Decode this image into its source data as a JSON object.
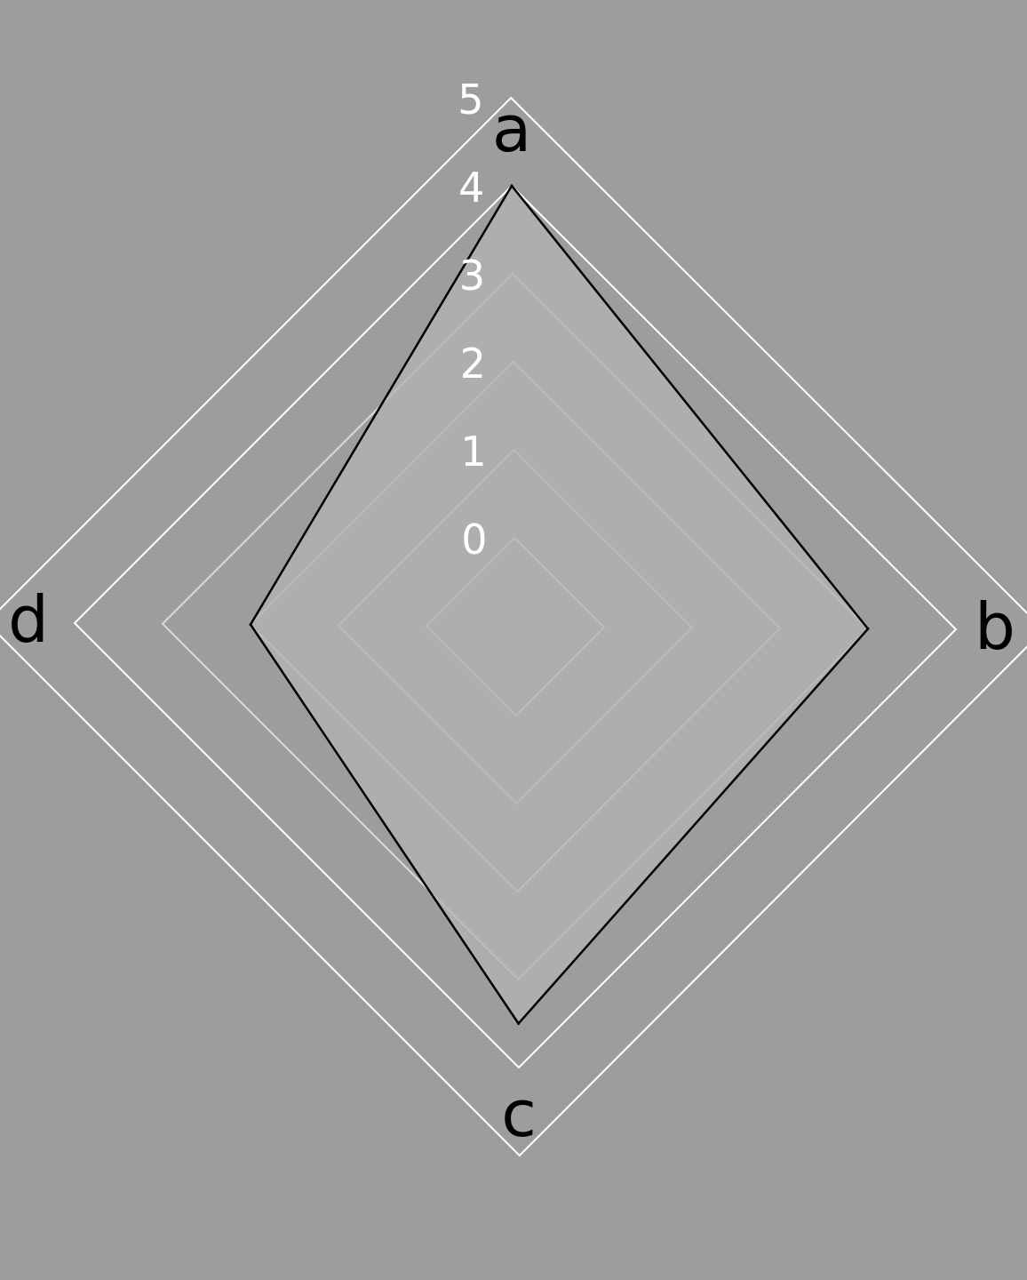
{
  "colors": {
    "background": "#9d9d9d",
    "grid_outer": "#ffffff",
    "grid_inner": "#d9d9d9",
    "fill": "#b3b3b3",
    "stroke": "#000000",
    "tick_label": "#ffffff",
    "axis_label": "#000000"
  },
  "chart_data": {
    "type": "radar",
    "title": "",
    "axes": [
      "a",
      "b",
      "c",
      "d"
    ],
    "ticks": [
      "0",
      "1",
      "2",
      "3",
      "4",
      "5"
    ],
    "range": [
      0,
      5
    ],
    "series": [
      {
        "values": [
          4,
          3,
          3.5,
          2
        ]
      }
    ],
    "grid": true,
    "legend": "none"
  }
}
